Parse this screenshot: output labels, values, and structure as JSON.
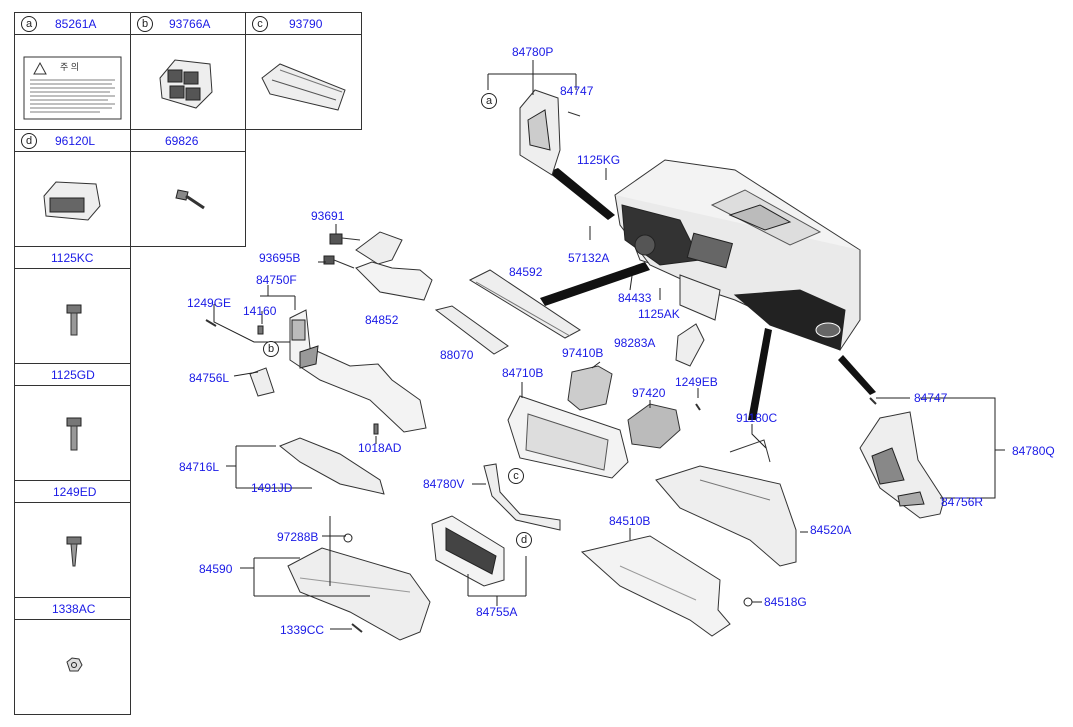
{
  "table": {
    "cells": [
      {
        "circle": "a",
        "part": "85261A"
      },
      {
        "circle": "b",
        "part": "93766A"
      },
      {
        "circle": "c",
        "part": "93790"
      },
      {
        "circle": "d",
        "part": "96120L"
      },
      {
        "circle": "",
        "part": "69826"
      },
      {
        "circle": "",
        "part": "1125KC"
      },
      {
        "circle": "",
        "part": "1125GD"
      },
      {
        "circle": "",
        "part": "1249ED"
      },
      {
        "circle": "",
        "part": "1338AC"
      }
    ],
    "warning_label": {
      "heading": "주 의"
    }
  },
  "labels": {
    "p84780P": "84780P",
    "p84747a": "84747",
    "p1125KG": "1125KG",
    "p57132A": "57132A",
    "p84592": "84592",
    "p84433": "84433",
    "p1125AK": "1125AK",
    "p98283A": "98283A",
    "p93691": "93691",
    "p93695B": "93695B",
    "p84750F": "84750F",
    "p1249GE": "1249GE",
    "p14160": "14160",
    "p84852": "84852",
    "p88070": "88070",
    "p97410B": "97410B",
    "p84756L": "84756L",
    "p84710B": "84710B",
    "p97420": "97420",
    "p1249EB": "1249EB",
    "p91180C": "91180C",
    "p84747b": "84747",
    "p84780Q": "84780Q",
    "p84756R": "84756R",
    "p1018AD": "1018AD",
    "p84716L": "84716L",
    "p1491JD": "1491JD",
    "p84780V": "84780V",
    "p97288B": "97288B",
    "p84590": "84590",
    "p84510B": "84510B",
    "p84520A": "84520A",
    "p84518G": "84518G",
    "p1339CC": "1339CC",
    "p84755A": "84755A"
  },
  "callouts": {
    "a": "a",
    "b": "b",
    "c": "c",
    "d": "d"
  },
  "colors": {
    "label": "#1a1ae6",
    "line": "#222222",
    "part": "#555555"
  }
}
